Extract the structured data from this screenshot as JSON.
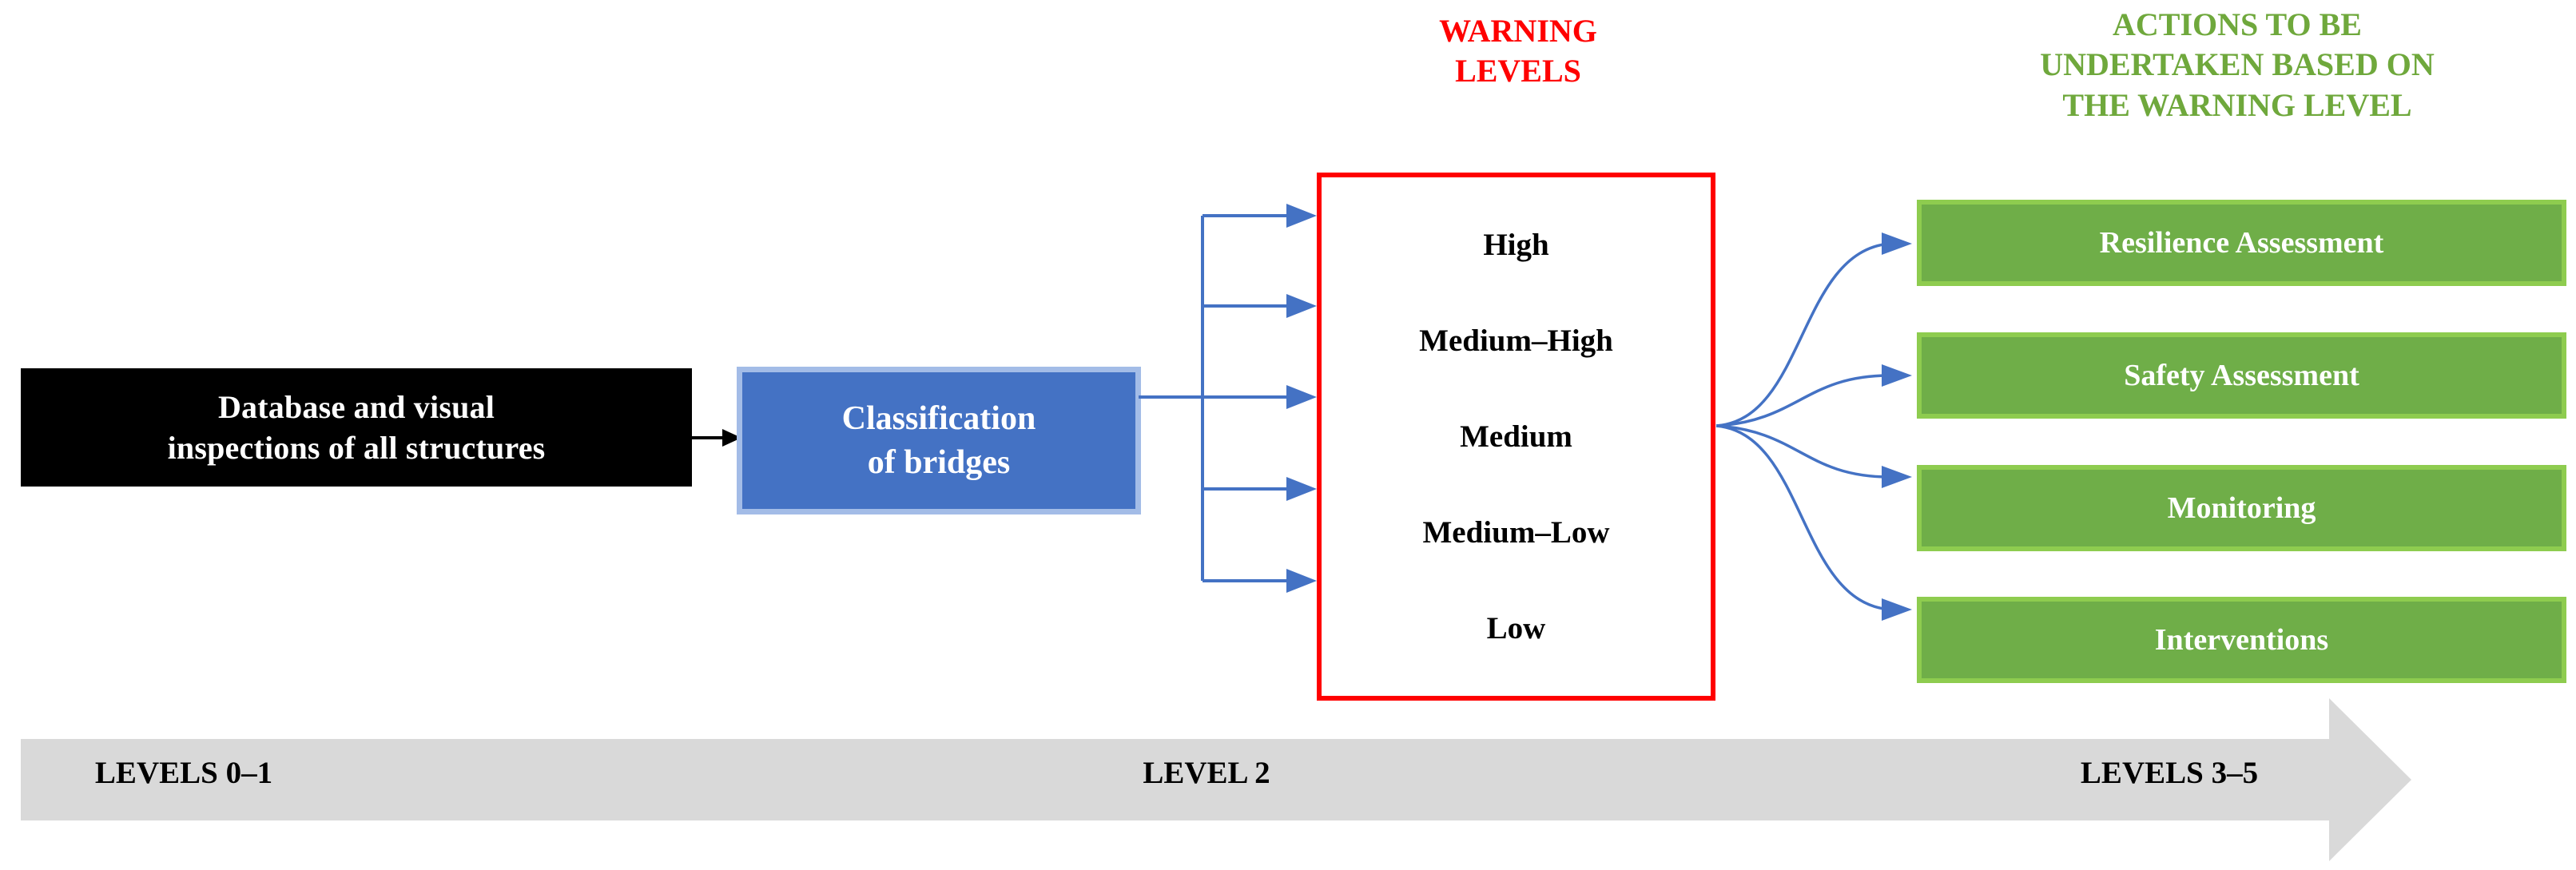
{
  "diagram": {
    "stage1": {
      "database_box_label": "Database and visual inspections  of all structures",
      "database_box_line1": "Database and visual",
      "database_box_line2": "inspections  of all structures",
      "fill_color": "#000000",
      "text_color": "#FFFFFF"
    },
    "stage2": {
      "classification_box_line1": "Classification",
      "classification_box_line2": "of bridges",
      "fill_color": "#4472C4",
      "border_color": "#A3BCE7",
      "text_color": "#FFFFFF"
    },
    "warning": {
      "title_line1": "WARNING",
      "title_line2": "LEVELS",
      "title_color": "#FF0000",
      "box_border_color": "#FF0000",
      "levels": [
        {
          "label": "High"
        },
        {
          "label": "Medium–High"
        },
        {
          "label": "Medium"
        },
        {
          "label": "Medium–Low"
        },
        {
          "label": "Low"
        }
      ]
    },
    "actions": {
      "title_line1": "ACTIONS TO BE",
      "title_line2": "UNDERTAKEN BASED ON",
      "title_line3": "THE WARNING LEVEL",
      "title_color": "#6FA83C",
      "box_fill_color": "#6FAE48",
      "box_border_color": "#8ECC4F",
      "box_text_color": "#FFFFFF",
      "items": [
        {
          "label": "Resilience  Assessment"
        },
        {
          "label": "Safety Assessment"
        },
        {
          "label": "Monitoring"
        },
        {
          "label": "Interventions"
        }
      ]
    },
    "level_bar": {
      "fill_color": "#D9D9D9",
      "captions": [
        {
          "label": "LEVELS 0–1"
        },
        {
          "label": "LEVEL 2"
        },
        {
          "label": "LEVELS 3–5"
        }
      ]
    },
    "connectors": {
      "arrow_color_black": "#000000",
      "arrow_color_blue": "#4472C4"
    }
  }
}
